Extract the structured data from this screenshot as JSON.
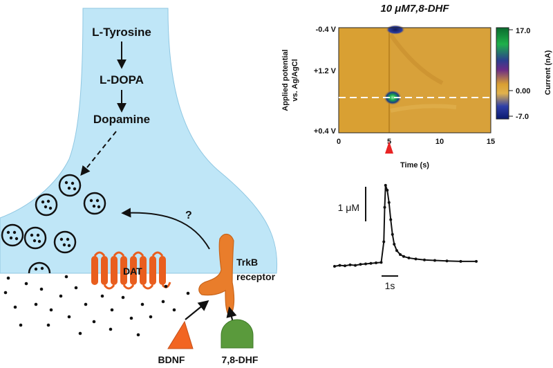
{
  "pathway": {
    "tyrosine": "L-Tyrosine",
    "ldopa": "L-DOPA",
    "dopamine": "Dopamine"
  },
  "membrane": {
    "question_mark": "?",
    "dat_label": "DAT",
    "trkb_label_line1": "TrkB",
    "trkb_label_line2": "receptor",
    "bdnf_label": "BDNF",
    "dhf_label": "7,8-DHF"
  },
  "fscv": {
    "title": "10 μM7,8-DHF",
    "y_tick_top": "-0.4 V",
    "y_tick_mid": "+1.2 V",
    "y_tick_bottom": "+0.4 V",
    "y_label_line1": "Applied potential",
    "y_label_line2": "vs. Ag/AgCl",
    "x_label": "Time (s)",
    "x_ticks": [
      "0",
      "5",
      "10",
      "15"
    ],
    "colorbar_label": "Current (nA)",
    "colorbar_ticks": [
      "17.0",
      "0.00",
      "-7.0"
    ]
  },
  "trace": {
    "scale_y_label": "1 μM",
    "scale_x_label": "1s"
  },
  "colors": {
    "neuron_fill": "#bfe6f7",
    "receptor_orange": "#e97d2b",
    "bdnf_orange": "#f26522",
    "dhf_green": "#5a9a3c",
    "cv_background": "#d9a033"
  },
  "chart_data": {
    "type": "line",
    "title": "",
    "xlabel": "",
    "ylabel": "",
    "x": [
      0.0,
      0.3,
      0.6,
      0.9,
      1.2,
      1.5,
      1.8,
      2.1,
      2.4,
      2.7,
      2.85,
      2.9,
      2.95,
      3.05,
      3.15,
      3.25,
      3.35,
      3.45,
      3.6,
      3.8,
      4.0,
      4.3,
      4.7,
      5.2,
      5.8,
      6.5,
      7.3,
      8.2
    ],
    "y": [
      0.0,
      0.02,
      0.01,
      0.03,
      0.02,
      0.04,
      0.05,
      0.06,
      0.07,
      0.08,
      0.5,
      1.2,
      1.65,
      1.55,
      1.3,
      0.95,
      0.65,
      0.45,
      0.32,
      0.24,
      0.2,
      0.17,
      0.15,
      0.13,
      0.12,
      0.11,
      0.1,
      0.1
    ],
    "x_unit": "s",
    "y_unit": "μM"
  }
}
